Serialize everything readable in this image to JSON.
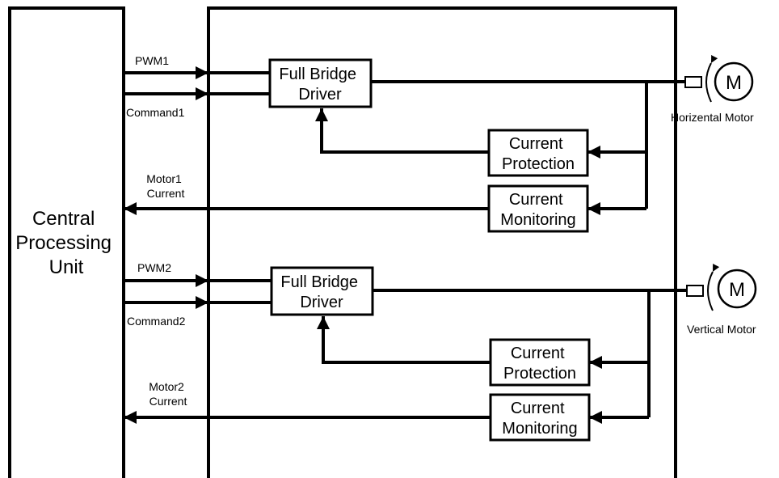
{
  "cpu": {
    "lines": [
      "Central",
      "Processing",
      "Unit"
    ]
  },
  "channel1": {
    "pwm_label": "PWM1",
    "command_label": "Command1",
    "current_label_lines": [
      "Motor1",
      "Current"
    ],
    "driver_lines": [
      "Full Bridge",
      "Driver"
    ],
    "protection_lines": [
      "Current",
      "Protection"
    ],
    "monitoring_lines": [
      "Current",
      "Monitoring"
    ],
    "motor_symbol": "M",
    "motor_label": "Horizental Motor"
  },
  "channel2": {
    "pwm_label": "PWM2",
    "command_label": "Command2",
    "current_label_lines": [
      "Motor2",
      "Current"
    ],
    "driver_lines": [
      "Full Bridge",
      "Driver"
    ],
    "protection_lines": [
      "Current",
      "Protection"
    ],
    "monitoring_lines": [
      "Current",
      "Monitoring"
    ],
    "motor_symbol": "M",
    "motor_label": "Vertical Motor"
  }
}
